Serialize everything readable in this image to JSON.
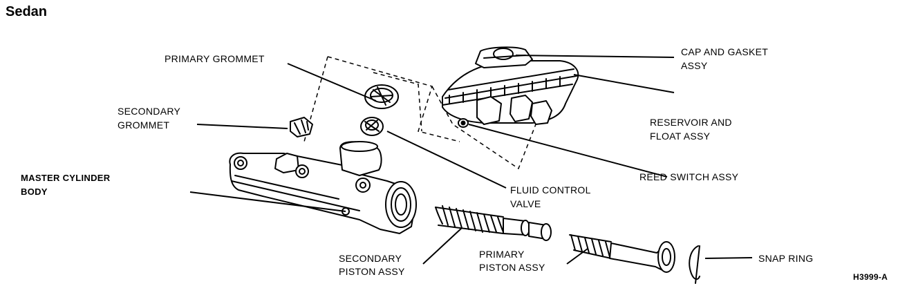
{
  "title": "Sedan",
  "figure_id": "H3999-A",
  "labels": {
    "primary_grommet": "PRIMARY GROMMET",
    "secondary_grommet_1": "SECONDARY",
    "secondary_grommet_2": "GROMMET",
    "master_cylinder_1": "MASTER CYLINDER",
    "master_cylinder_2": "BODY",
    "fluid_control_1": "FLUID CONTROL",
    "fluid_control_2": "VALVE",
    "secondary_piston_1": "SECONDARY",
    "secondary_piston_2": "PISTON ASSY",
    "primary_piston_1": "PRIMARY",
    "primary_piston_2": "PISTON ASSY",
    "cap_gasket_1": "CAP AND GASKET",
    "cap_gasket_2": "ASSY",
    "reservoir_1": "RESERVOIR AND",
    "reservoir_2": "FLOAT ASSY",
    "reed_switch": "REED SWITCH ASSY",
    "snap_ring": "SNAP RING"
  }
}
